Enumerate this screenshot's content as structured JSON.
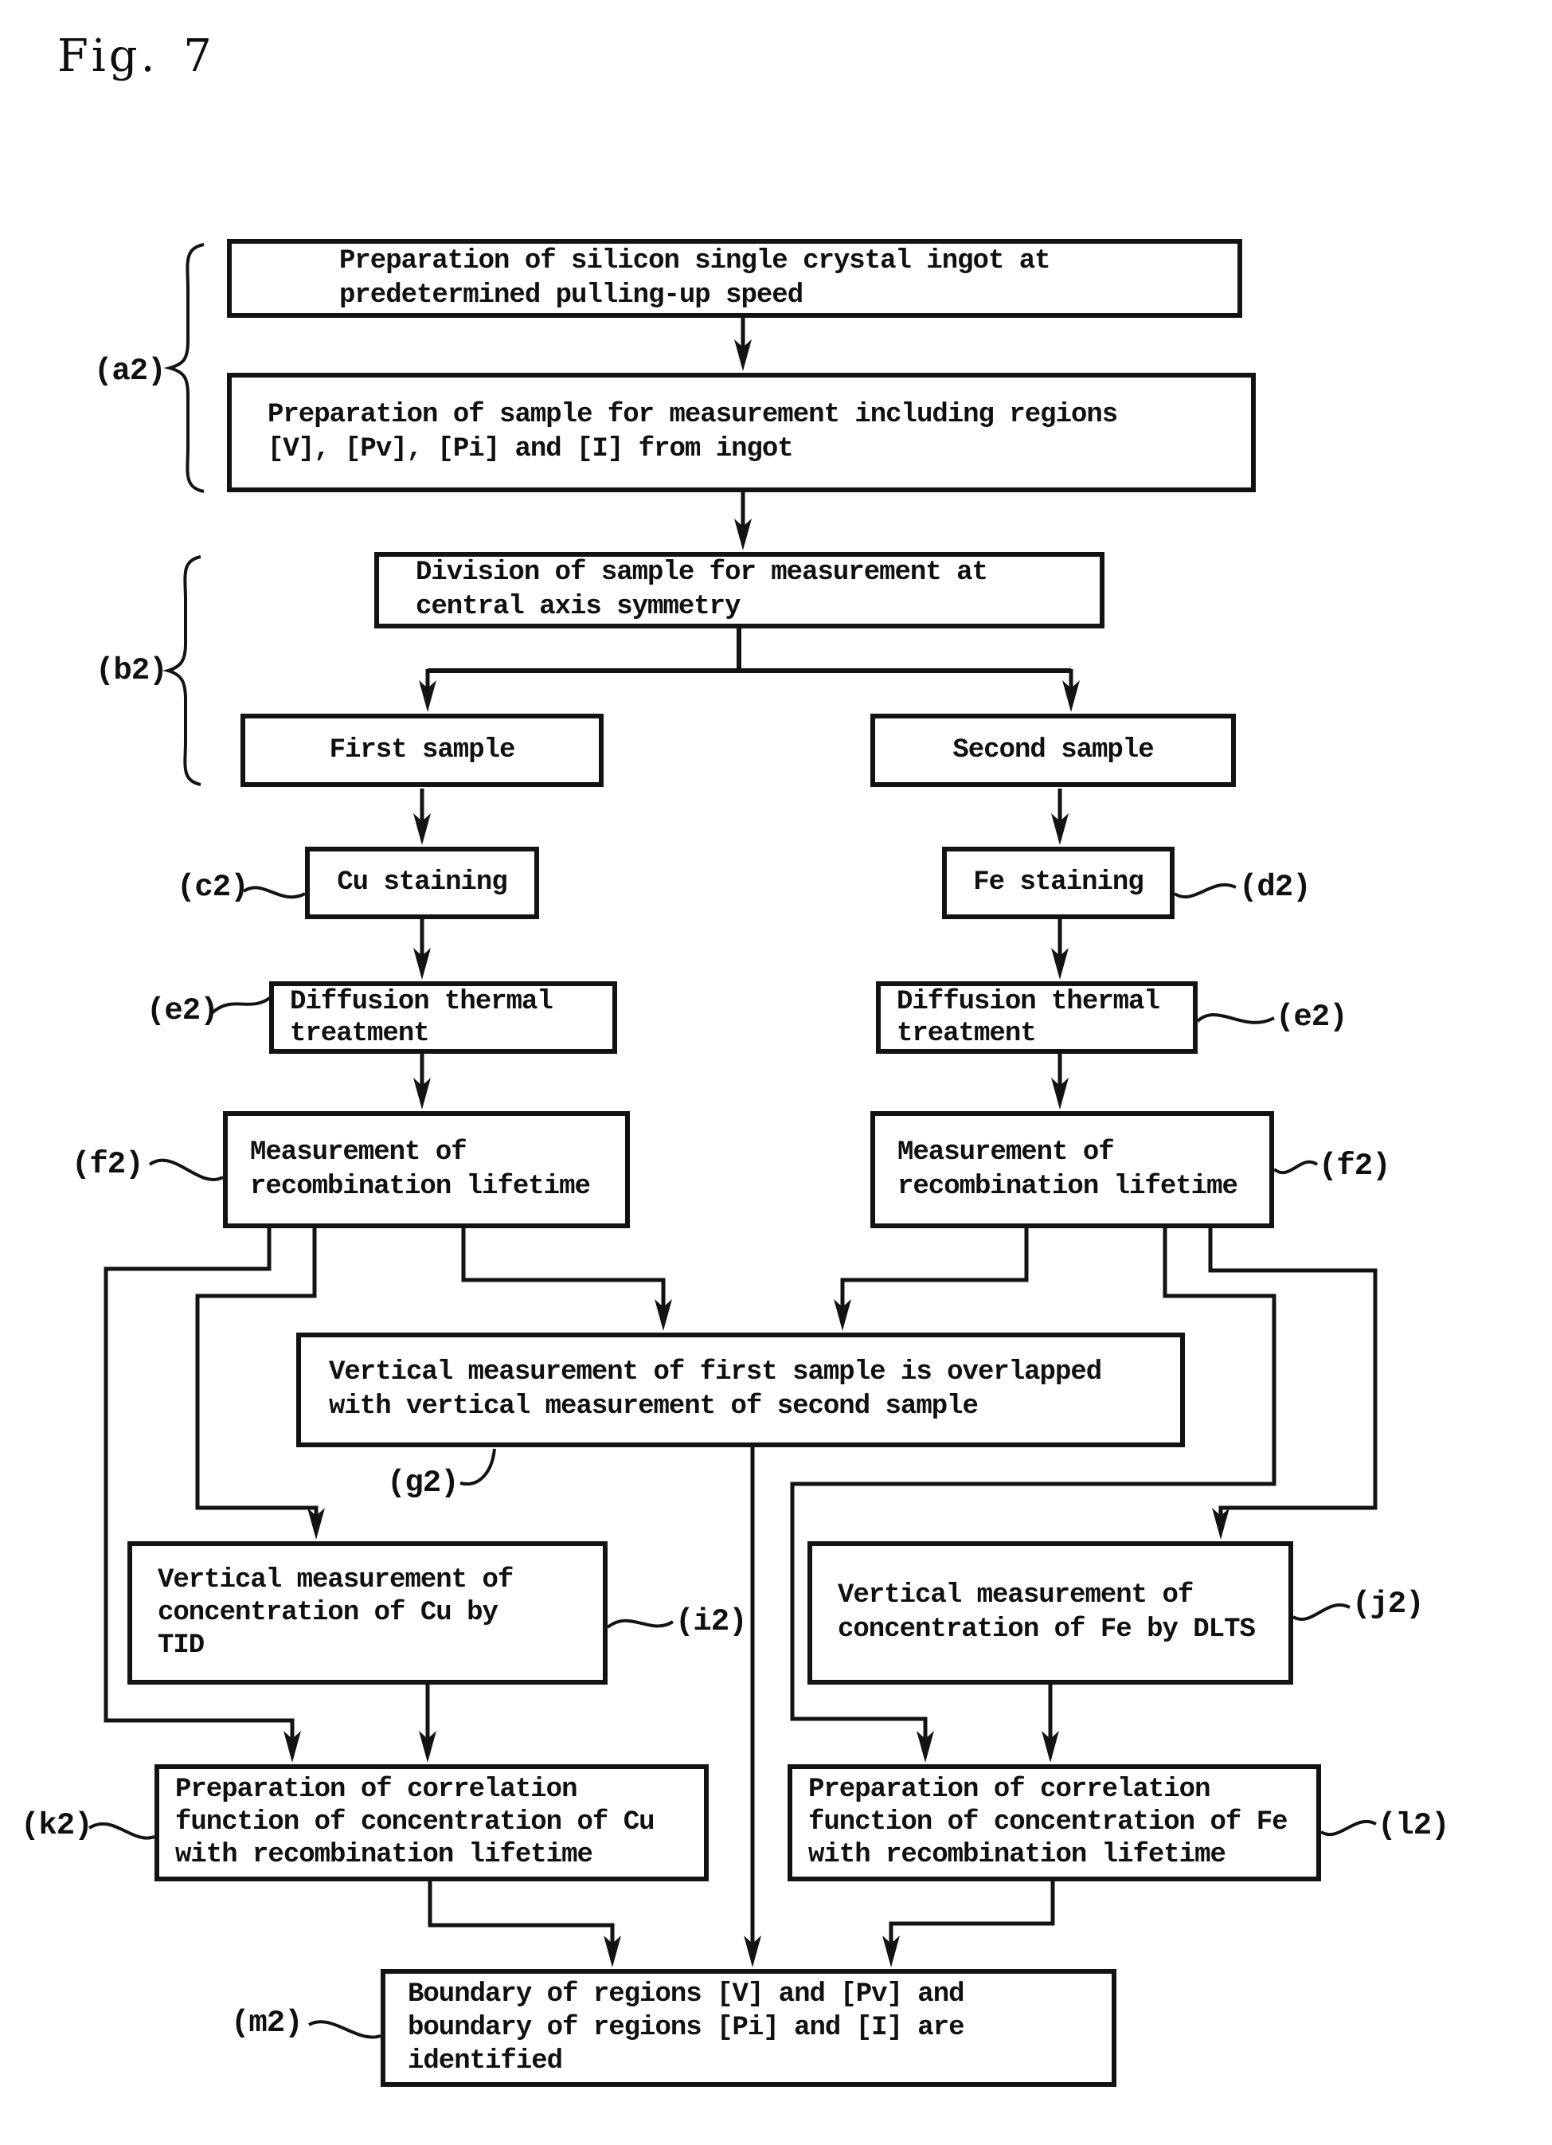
{
  "figure": {
    "title": "Fig. 7"
  },
  "colors": {
    "ink": "#131313",
    "background": "#ffffff"
  },
  "labels": {
    "a2": "(a2)",
    "b2": "(b2)",
    "c2": "(c2)",
    "d2": "(d2)",
    "e2_left": "(e2)",
    "e2_right": "(e2)",
    "f2_left": "(f2)",
    "f2_right": "(f2)",
    "g2": "(g2)",
    "i2": "(i2)",
    "j2": "(j2)",
    "k2": "(k2)",
    "l2": "(l2)",
    "m2": "(m2)"
  },
  "boxes": {
    "ingot": {
      "lines": [
        "Preparation of silicon single crystal ingot at",
        "predetermined pulling-up speed"
      ]
    },
    "sample_prep": {
      "lines": [
        "Preparation of sample for measurement including regions",
        "[V], [Pv], [Pi] and [I] from ingot"
      ]
    },
    "division": {
      "lines": [
        "Division of sample for measurement at",
        "central axis symmetry"
      ]
    },
    "first_sample": {
      "lines": [
        "First sample"
      ]
    },
    "second_sample": {
      "lines": [
        "Second sample"
      ]
    },
    "cu_staining": {
      "lines": [
        "Cu staining"
      ]
    },
    "fe_staining": {
      "lines": [
        "Fe staining"
      ]
    },
    "diffusion_left": {
      "lines": [
        "Diffusion thermal",
        "treatment"
      ]
    },
    "diffusion_right": {
      "lines": [
        "Diffusion thermal",
        "treatment"
      ]
    },
    "lifetime_left": {
      "lines": [
        "Measurement of",
        "recombination lifetime"
      ]
    },
    "lifetime_right": {
      "lines": [
        "Measurement of",
        "recombination lifetime"
      ]
    },
    "overlap": {
      "lines": [
        "Vertical measurement of first sample is overlapped",
        "with vertical measurement of second sample"
      ]
    },
    "cu_concentration": {
      "lines": [
        "Vertical measurement of",
        "concentration of Cu by",
        "TID"
      ]
    },
    "fe_concentration": {
      "lines": [
        "Vertical measurement of",
        "concentration of Fe by DLTS"
      ]
    },
    "cu_correlation": {
      "lines": [
        "Preparation of correlation",
        "function of concentration of Cu",
        "with recombination lifetime"
      ]
    },
    "fe_correlation": {
      "lines": [
        "Preparation of correlation",
        "function of concentration of Fe",
        "with recombination lifetime"
      ]
    },
    "boundary": {
      "lines": [
        "Boundary of regions [V] and [Pv] and",
        "boundary of regions [Pi] and [I] are",
        "identified"
      ]
    }
  }
}
